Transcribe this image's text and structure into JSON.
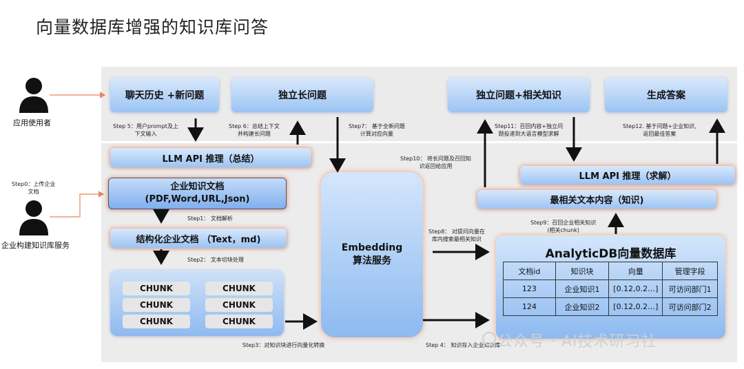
{
  "title": "向量数据库增强的知识库问答",
  "actors": {
    "user_label": "应用使用者",
    "enterprise_label": "企业构建知识库服务"
  },
  "boxes": {
    "chat_history": "聊天历史 +新问题",
    "standalone_question": "独立长问题",
    "standalone_plus_knowledge": "独立问题+相关知识",
    "generate_answer": "生成答案",
    "llm_summary": "LLM API 推理（总结）",
    "enterprise_docs_line1": "企业知识文档",
    "enterprise_docs_line2": "(PDF,Word,URL,Json)",
    "structured_docs": "结构化企业文档 （Text，md)",
    "embedding_line1": "Embedding",
    "embedding_line2": "算法服务",
    "llm_solve": "LLM API 推理（求解）",
    "most_relevant": "最相关文本内容（知识)"
  },
  "chunks": [
    "CHUNK",
    "CHUNK",
    "CHUNK",
    "CHUNK",
    "CHUNK",
    "CHUNK"
  ],
  "analyticdb": {
    "title": "AnalyticDB向量数据库",
    "headers": [
      "文档id",
      "知识块",
      "向量",
      "管理字段"
    ],
    "rows": [
      [
        "123",
        "企业知识1",
        "[0.12,0.2…]",
        "可访问部门1"
      ],
      [
        "124",
        "企业知识2",
        "[0.12,0.2…]",
        "可访问部门2"
      ]
    ]
  },
  "steps": {
    "step0_a": "Step0：上传企业",
    "step0_b": "文档",
    "step1": "Step1： 文档解析",
    "step2": "Step2： 文本切块处理",
    "step3": "Step3：对知识块进行向量化转换",
    "step4": "Step 4： 知识存入企业知识库",
    "step5_a": "Step 5：用户prompt及上",
    "step5_b": "下文输入",
    "step6_a": "Step 6：总结上下文",
    "step6_b": "并构建长问题",
    "step7_a": "Step7： 基于全新问题",
    "step7_b": "计算对应向量",
    "step8_a": "Step8： 对提问向量在",
    "step8_b": "库内搜索最相关知识",
    "step9_a": "Step9：召回企业相关知识",
    "step9_b": "(相关chunk)",
    "step10_a": "Step10： 将长问题及召回知",
    "step10_b": "识返回给应用",
    "step11_a": "Step11：召回内容+独立问",
    "step11_b": "题投递到大语言模型求解",
    "step12_a": "Step12. 基于问题+企业知识,",
    "step12_b": "返回最佳答案"
  },
  "watermark": "公众号 · AI技术研习社",
  "colors": {
    "box_top": "#d9e8fb",
    "box_bottom": "#9cc4f3",
    "arrow": "#111111",
    "actor_line": "#e8855a",
    "band": "#ebebeb"
  }
}
